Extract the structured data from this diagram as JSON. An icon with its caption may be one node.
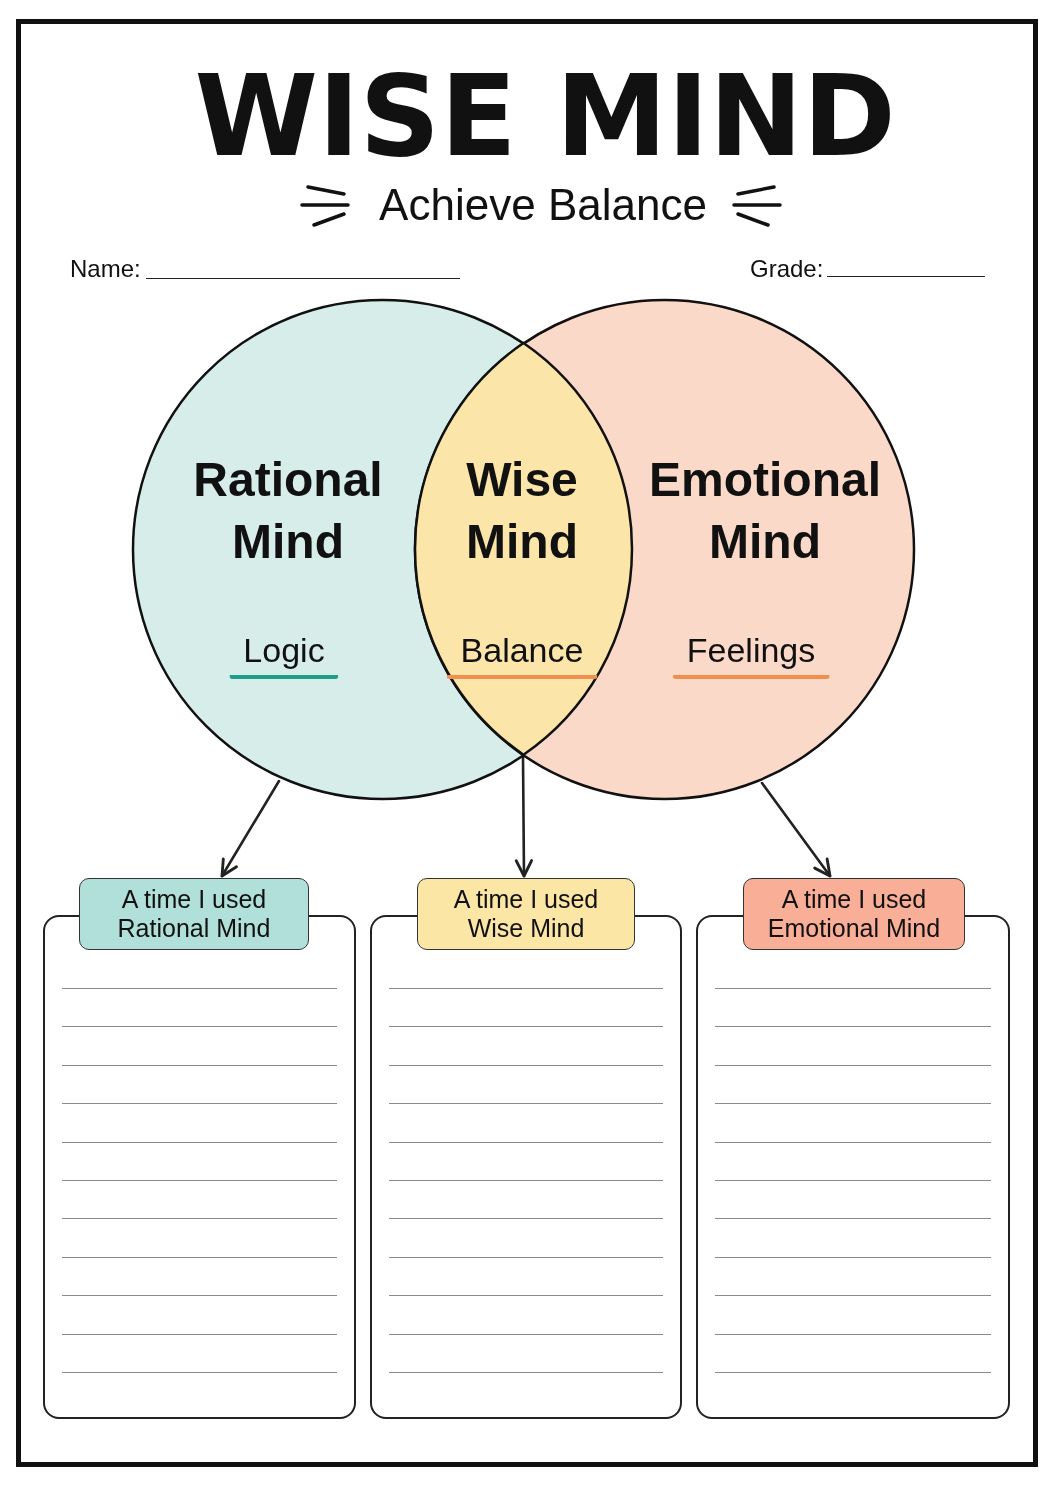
{
  "diagram": {
    "title": "WISE MIND",
    "nodes": [
      {
        "text": [
          "Rational Mind",
          "Logic"
        ]
      },
      {
        "text": [
          "Wise Mind",
          "Balance"
        ]
      },
      {
        "text": [
          "Emotional Mind",
          "Feelings"
        ]
      },
      {
        "text": [
          "A time I used Rational Mind"
        ]
      },
      {
        "text": [
          "A time I used Wise Mind"
        ]
      },
      {
        "text": [
          "A time I used Emotional Mind"
        ]
      }
    ],
    "edges": [
      {
        "from": 0,
        "to": 3,
        "arrow": "to"
      },
      {
        "from": 1,
        "to": 4,
        "arrow": "to"
      },
      {
        "from": 2,
        "to": 5,
        "arrow": "to"
      }
    ],
    "labels": [
      "Achieve Balance",
      "Name:",
      "Grade:"
    ]
  }
}
